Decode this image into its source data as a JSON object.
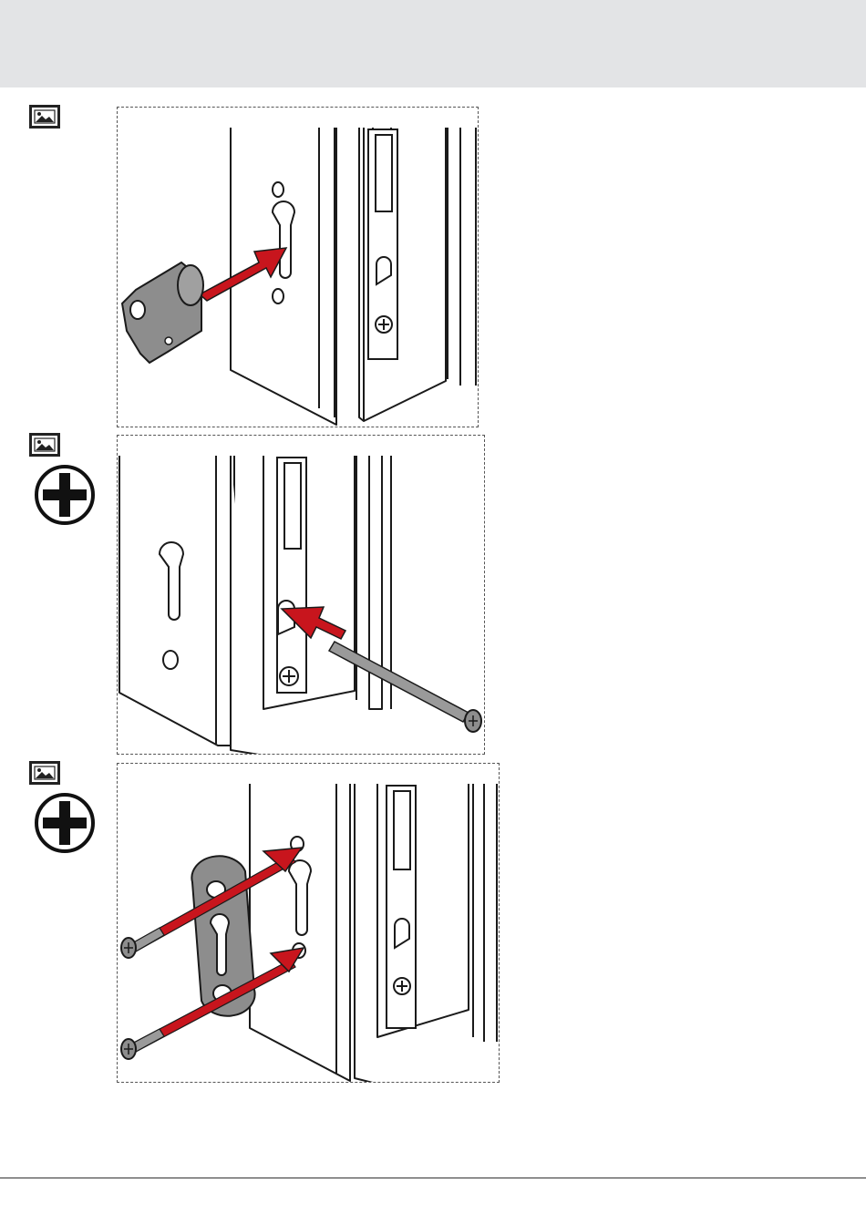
{
  "steps": [
    {
      "id": 1,
      "icons": [
        "image-icon"
      ],
      "illustration": "insert-cylinder"
    },
    {
      "id": 2,
      "icons": [
        "image-icon",
        "phillips-screwdriver-icon"
      ],
      "illustration": "insert-cylinder-screw"
    },
    {
      "id": 3,
      "icons": [
        "image-icon",
        "phillips-screwdriver-icon"
      ],
      "illustration": "mount-escutcheon-rosette"
    }
  ],
  "colors": {
    "accent_arrow": "#c8151d",
    "steel": "#8d8d8d",
    "header_band": "#e3e4e6"
  }
}
